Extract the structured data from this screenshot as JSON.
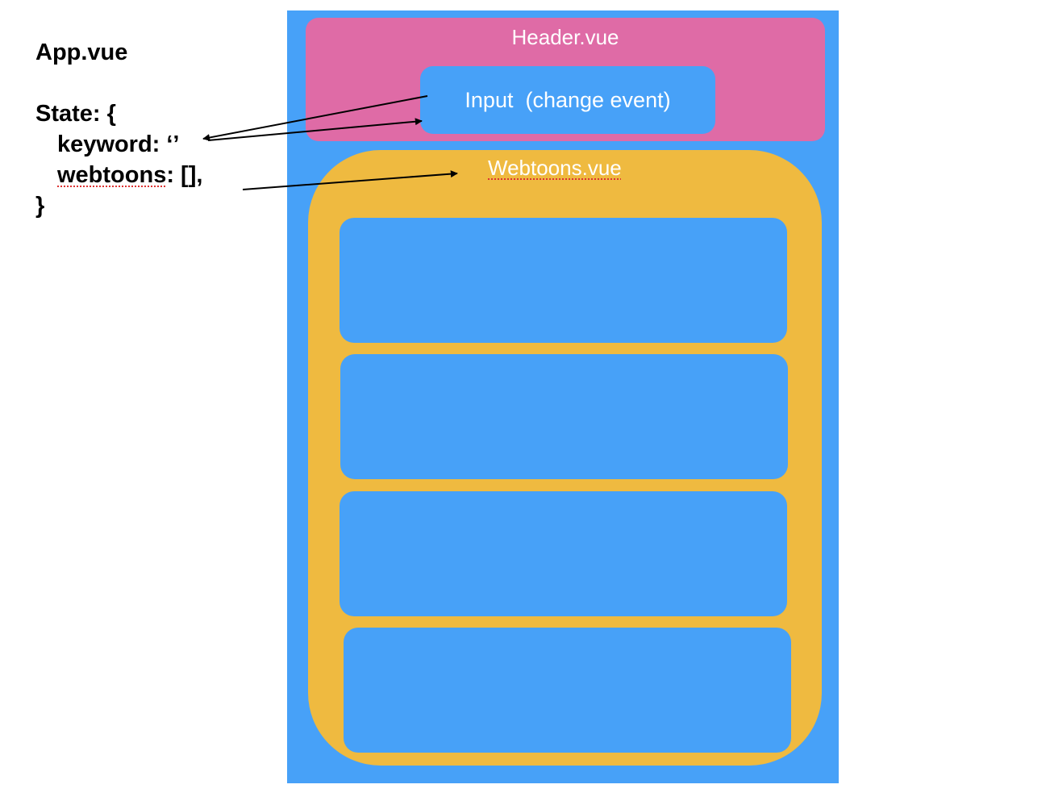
{
  "state_panel": {
    "title": "App.vue",
    "state_open": "State: {",
    "keyword_line": "keyword: ‘’",
    "webtoons_key": "webtoons",
    "webtoons_rest": ": [],",
    "close": "}"
  },
  "header": {
    "label": "Header.vue"
  },
  "input": {
    "label": "Input  (change event)"
  },
  "webtoons": {
    "label": "Webtoons.vue"
  },
  "colors": {
    "app_blue": "#47a1f8",
    "header_pink": "#df6ba6",
    "webtoons_yellow": "#efba40",
    "arrow": "#000000",
    "spellcheck": "#dd3333"
  }
}
